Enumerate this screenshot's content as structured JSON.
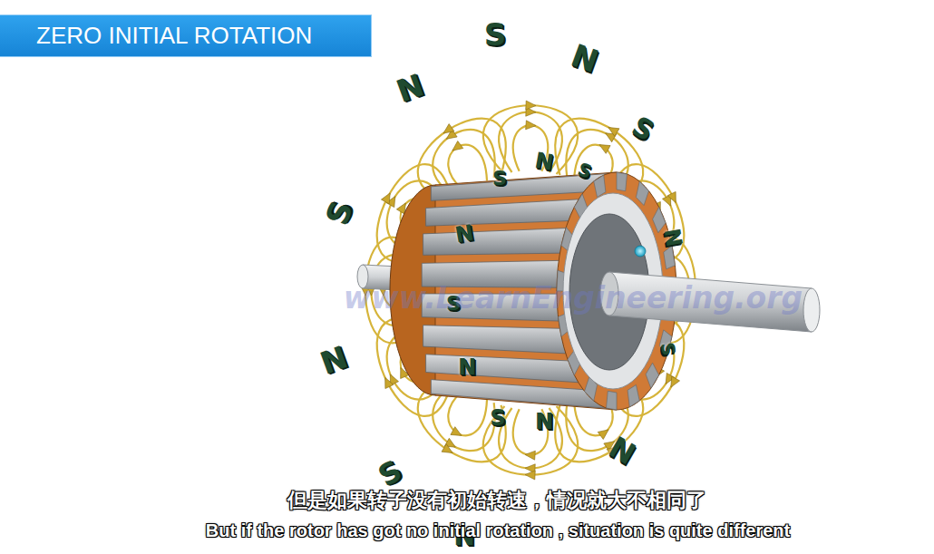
{
  "diagram": {
    "title": "ZERO INITIAL ROTATION",
    "labels": [
      "N",
      "S",
      "N",
      "S",
      "S",
      "N",
      "S",
      "N",
      "S",
      "N",
      "S",
      "S",
      "N",
      "N",
      "S",
      "N",
      "N",
      "S",
      "N",
      "www.LearnEngineering.org",
      "但是如果转子没有初始转速，情况就大不相同了",
      "But if the rotor has got no initial rotation , situation is quite different"
    ]
  }
}
